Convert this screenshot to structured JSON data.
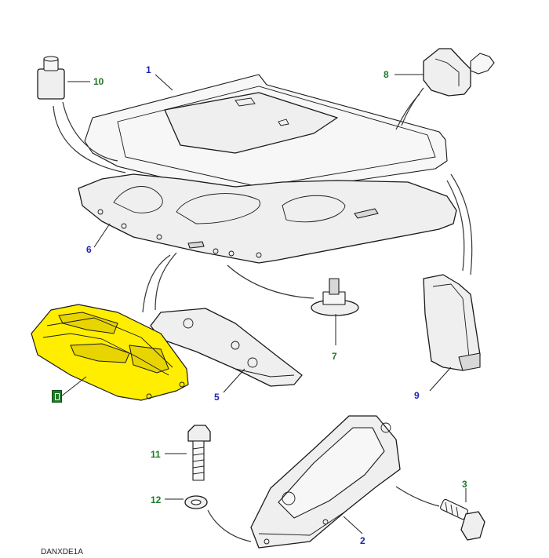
{
  "diagram": {
    "reference_code": "DANXDE1A",
    "accent_colors": {
      "callout_blue": "#1e22b4",
      "callout_green": "#1f7a2a",
      "highlight_yellow": "#ffee00"
    },
    "highlighted_badge_icon": "selected-part-badge-icon",
    "callouts": [
      {
        "id": "c1",
        "label": "1",
        "color": "blue"
      },
      {
        "id": "c2",
        "label": "2",
        "color": "blue"
      },
      {
        "id": "c3",
        "label": "3",
        "color": "green"
      },
      {
        "id": "c5",
        "label": "5",
        "color": "blue"
      },
      {
        "id": "c6",
        "label": "6",
        "color": "blue"
      },
      {
        "id": "c7",
        "label": "7",
        "color": "green"
      },
      {
        "id": "c8",
        "label": "8",
        "color": "green"
      },
      {
        "id": "c9",
        "label": "9",
        "color": "blue"
      },
      {
        "id": "c10",
        "label": "10",
        "color": "green"
      },
      {
        "id": "c11",
        "label": "11",
        "color": "green"
      },
      {
        "id": "c12",
        "label": "12",
        "color": "green"
      }
    ]
  }
}
